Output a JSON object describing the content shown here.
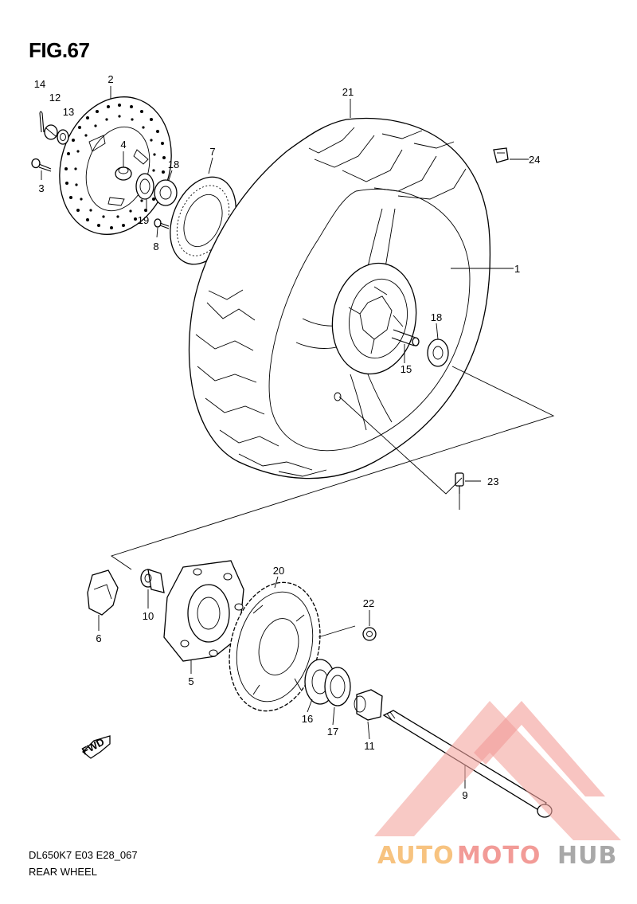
{
  "figure": {
    "title": "FIG.67"
  },
  "footer": {
    "code": "DL650K7 E03 E28_067",
    "section": "REAR WHEEL"
  },
  "callouts": [
    "1",
    "2",
    "3",
    "4",
    "5",
    "6",
    "7",
    "8",
    "9",
    "10",
    "11",
    "12",
    "13",
    "14",
    "15",
    "16",
    "17",
    "18",
    "18",
    "19",
    "20",
    "21",
    "22",
    "23",
    "24"
  ],
  "fwd_label": "FWD",
  "watermark": {
    "part1": "AUTO",
    "part2": "MOTO",
    "part3": "HUB",
    "color_a": "#f6b96a",
    "color_b": "#f08a86",
    "color_c": "#9a9a9a"
  }
}
